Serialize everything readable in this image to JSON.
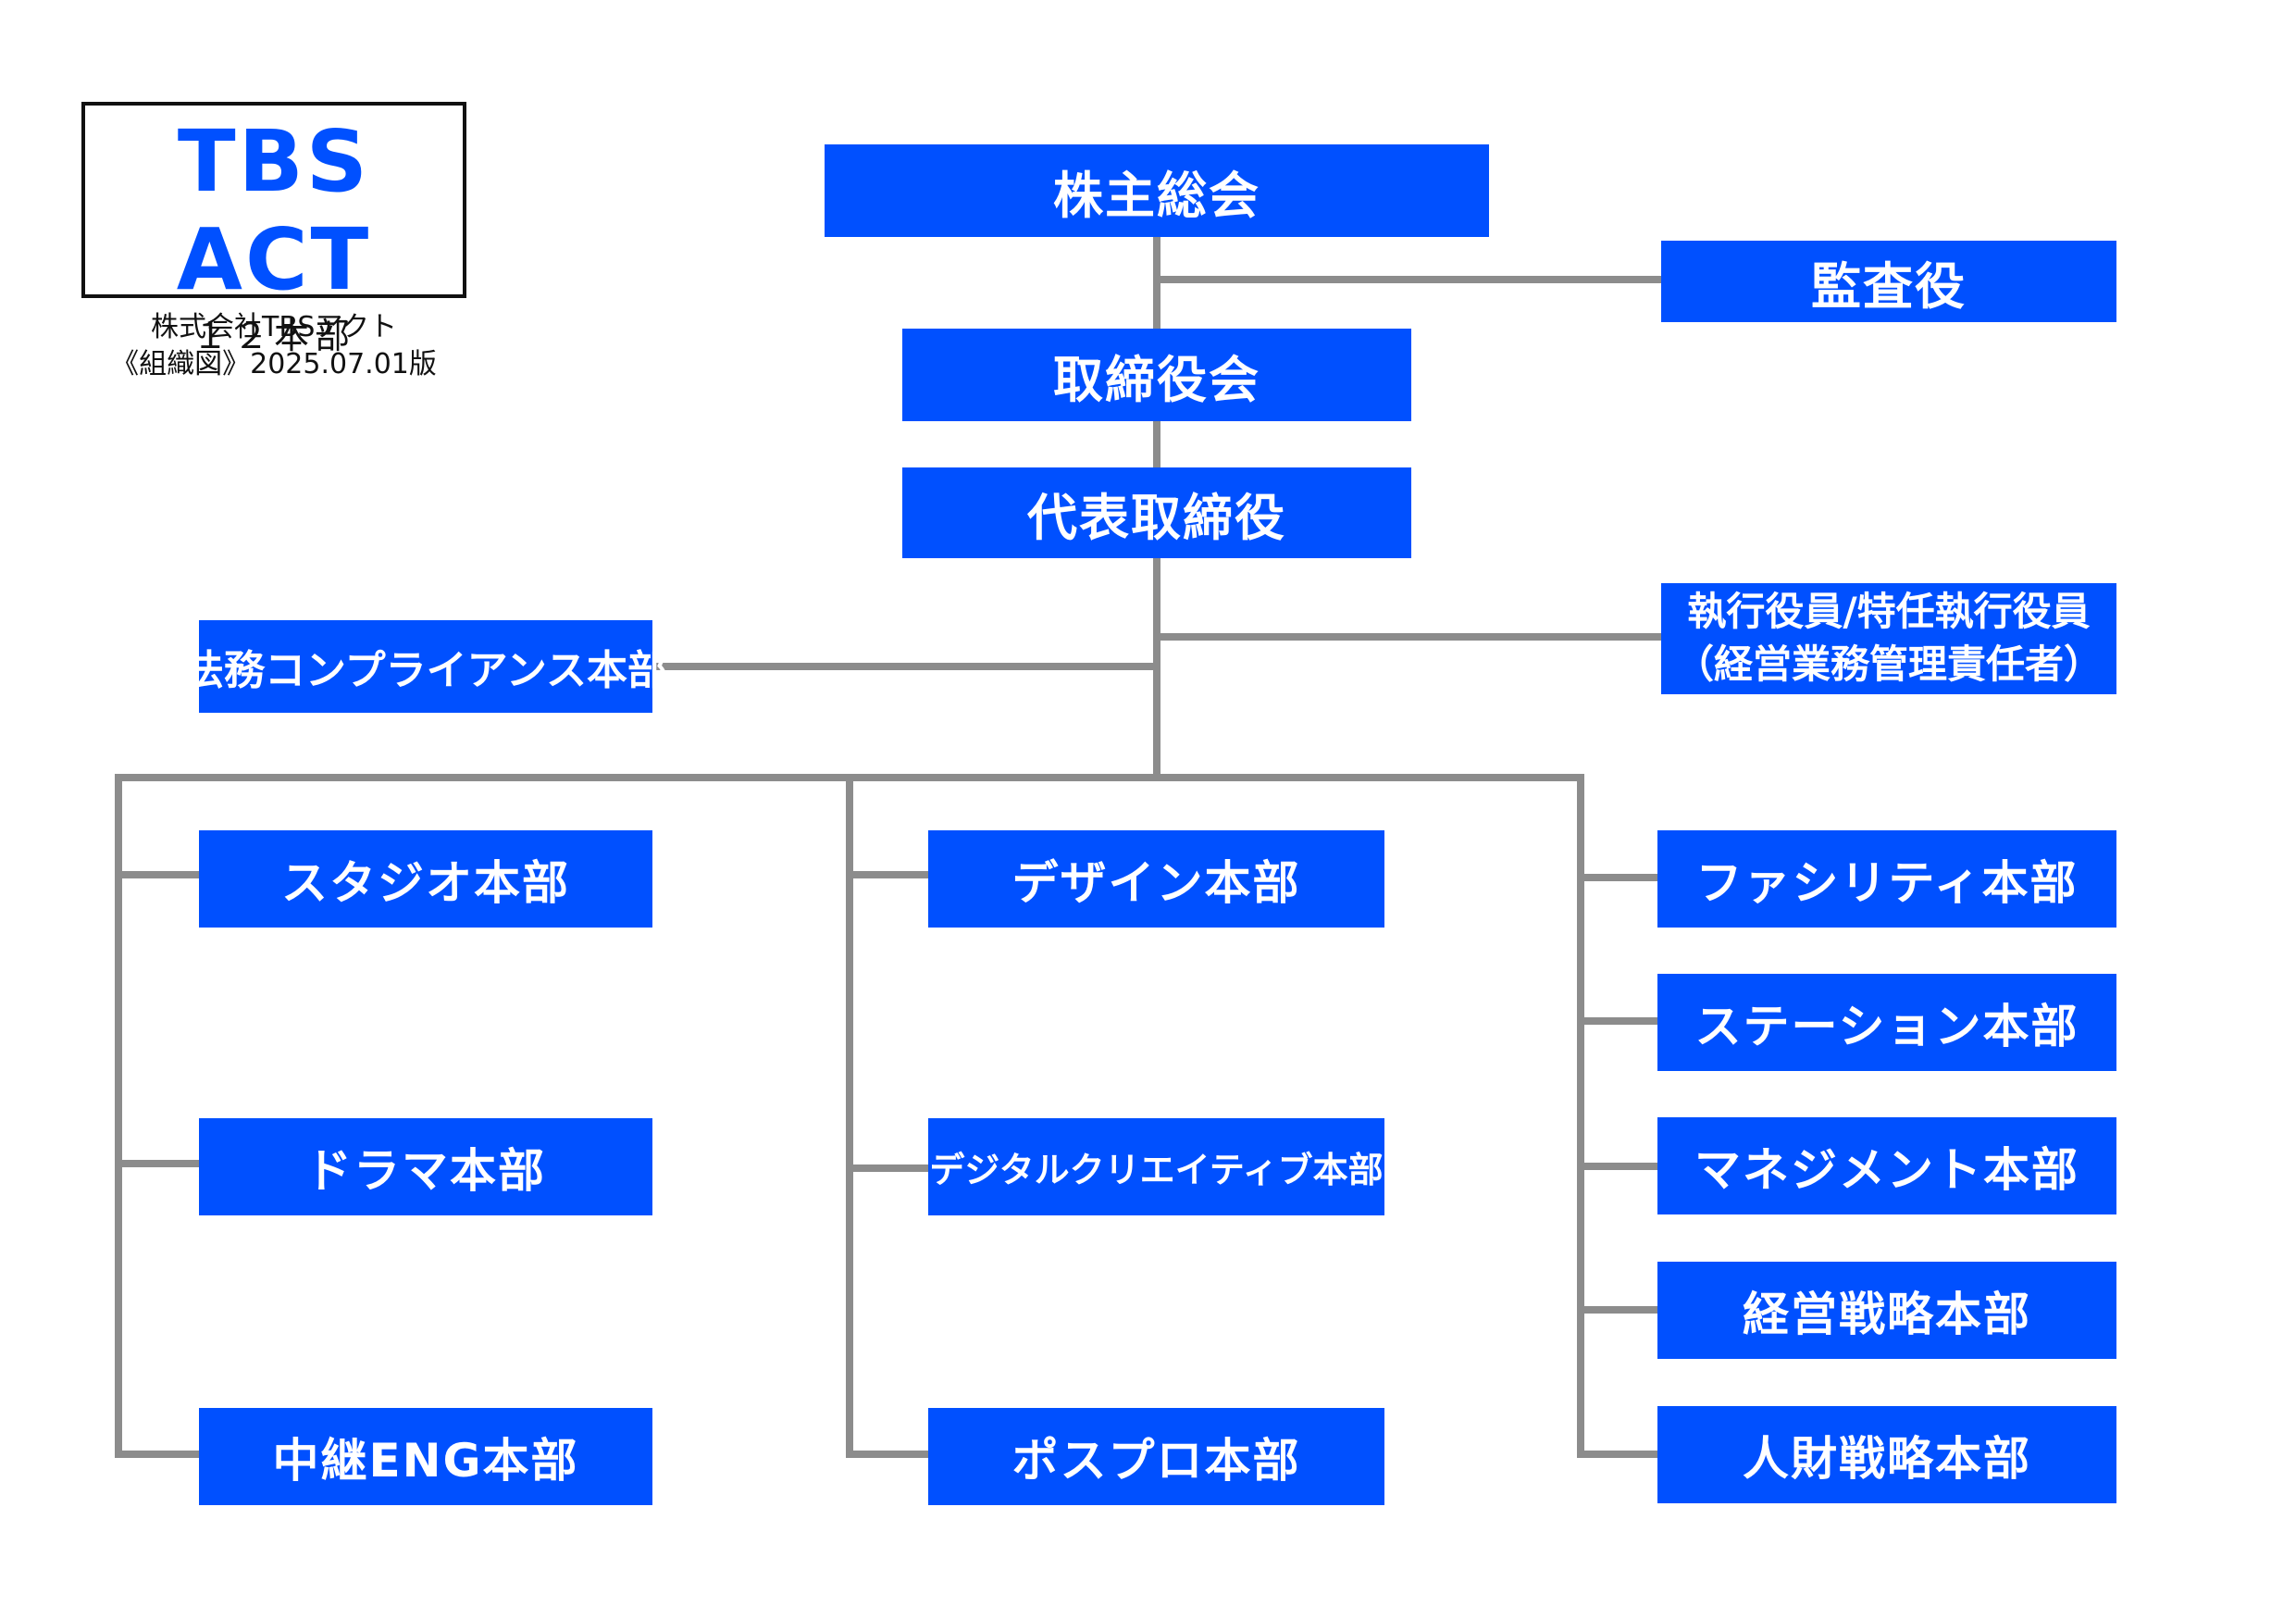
{
  "header": {
    "logo_text": "TBS ACT",
    "company": "株式会社TBSアクト",
    "doc_title": "《組織図》2025.07.01版",
    "division_count": "１２本部"
  },
  "colors": {
    "box": "#0050ff",
    "line": "#8c8c8c",
    "logo": "#0050ff"
  },
  "org": {
    "shareholders": "株主総会",
    "auditor": "監査役",
    "board": "取締役会",
    "representative": "代表取締役",
    "officers_line1": "執行役員/特任執行役員",
    "officers_line2": "（経営業務管理責任者）",
    "legal": "法務コンプライアンス本部",
    "col1": [
      "スタジオ本部",
      "ドラマ本部",
      "中継ENG本部"
    ],
    "col2": [
      "デザイン本部",
      "デジタルクリエイティブ本部",
      "ポスプロ本部"
    ],
    "col3": [
      "ファシリティ本部",
      "ステーション本部",
      "マネジメント本部",
      "経営戦略本部",
      "人財戦略本部"
    ]
  }
}
